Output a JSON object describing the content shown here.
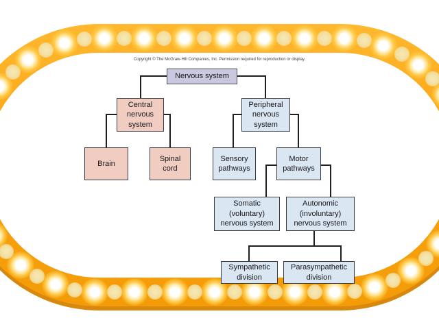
{
  "frame": {
    "style": "marquee-lights-oval",
    "band_color": "#F9A40D",
    "band_highlight": "#FFB82F",
    "bevel_color": "#D8880E",
    "bulb_bright_core": "#FFFFFF",
    "bulb_bright_glow": "#FFCB4A",
    "bulb_dim_color": "#F3E0A2",
    "bulb_count": 64
  },
  "diagram": {
    "copyright": "Copyright © The McGraw-Hill Companies, Inc. Permission required for reproduction or display.",
    "colors": {
      "root_fill": "#C9C8DE",
      "cns_fill": "#F1CDC1",
      "pns_fill": "#DAE6F2",
      "box_border": "#3A3A42",
      "connector": "#1F1F1F"
    },
    "nodes": {
      "nervous_system": {
        "label": "Nervous system"
      },
      "central": {
        "label": "Central\nnervous\nsystem"
      },
      "peripheral": {
        "label": "Peripheral\nnervous\nsystem"
      },
      "brain": {
        "label": "Brain"
      },
      "spinal_cord": {
        "label": "Spinal\ncord"
      },
      "sensory": {
        "label": "Sensory\npathways"
      },
      "motor": {
        "label": "Motor\npathways"
      },
      "somatic": {
        "label": "Somatic\n(voluntary)\nnervous system"
      },
      "autonomic": {
        "label": "Autonomic\n(involuntary)\nnervous system"
      },
      "sympathetic": {
        "label": "Sympathetic\ndivision"
      },
      "parasympathetic": {
        "label": "Parasympathetic\ndivision"
      }
    },
    "edges": [
      [
        "nervous_system",
        "central"
      ],
      [
        "nervous_system",
        "peripheral"
      ],
      [
        "central",
        "brain"
      ],
      [
        "central",
        "spinal_cord"
      ],
      [
        "peripheral",
        "sensory"
      ],
      [
        "peripheral",
        "motor"
      ],
      [
        "motor",
        "somatic"
      ],
      [
        "motor",
        "autonomic"
      ],
      [
        "autonomic",
        "sympathetic"
      ],
      [
        "autonomic",
        "parasympathetic"
      ]
    ]
  }
}
